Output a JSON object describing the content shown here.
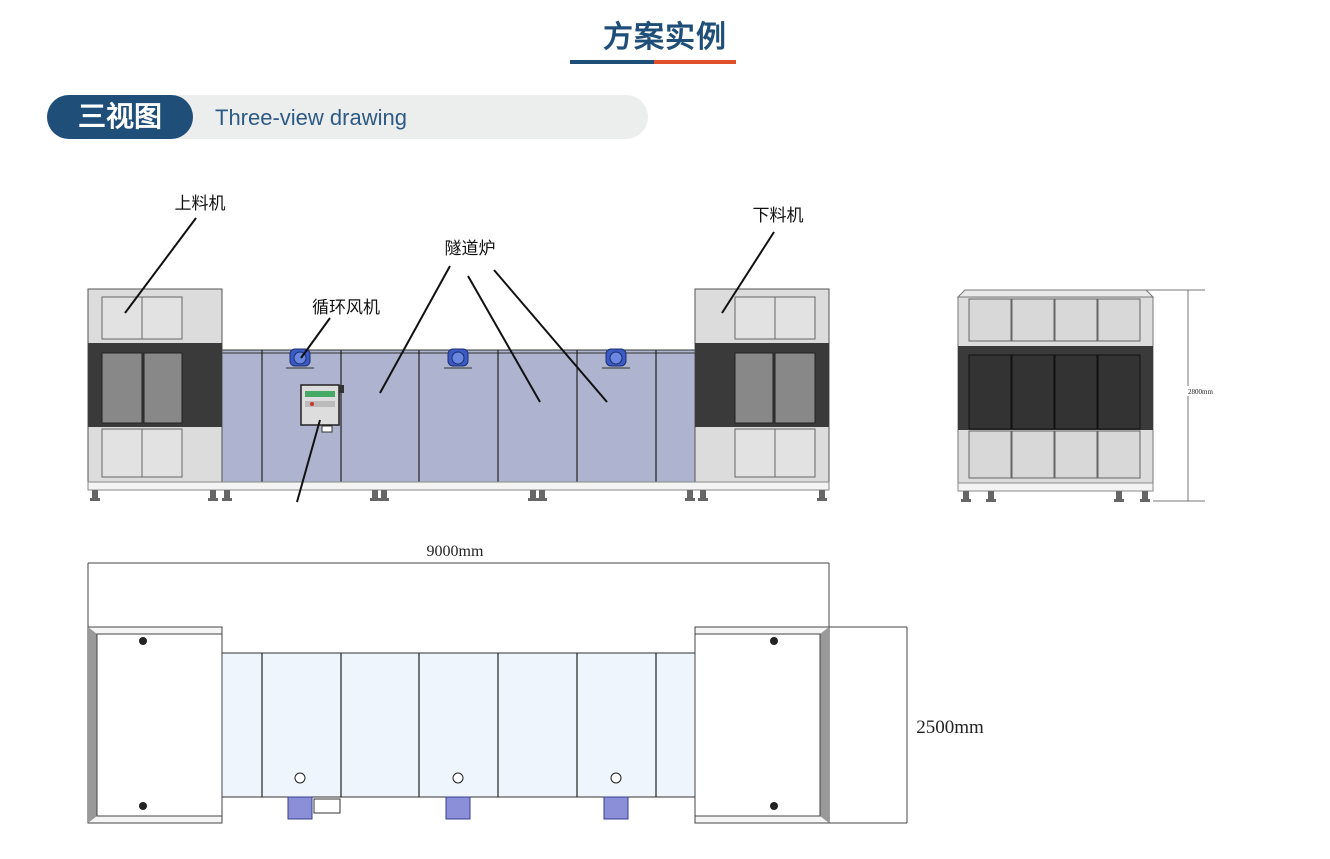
{
  "header": {
    "title": "方案实例",
    "accent_left": "#1f4e79",
    "accent_right": "#e0502a"
  },
  "section": {
    "label_cn": "三视图",
    "label_en": "Three-view drawing"
  },
  "front_view": {
    "labels": {
      "loader": "上料机",
      "unloader": "下料机",
      "tunnel": "隧道炉",
      "fan": "循环风机"
    }
  },
  "side_view": {
    "height_dim": "2800mm"
  },
  "top_view": {
    "length_dim": "9000mm",
    "width_dim": "2500mm"
  }
}
